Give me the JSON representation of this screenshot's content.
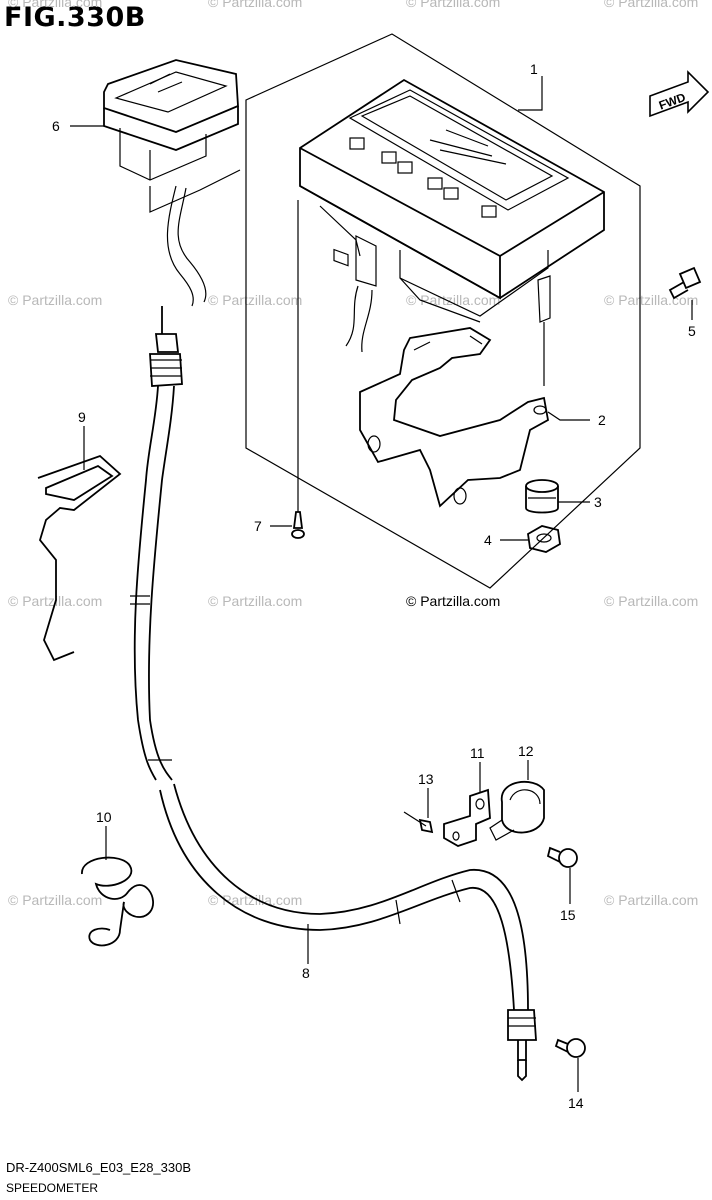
{
  "figure_title": "FIG.330B",
  "footer": {
    "model_code": "DR-Z400SML6_E03_E28_330B",
    "section_name": "SPEEDOMETER",
    "fine_print": ""
  },
  "fwd_badge": "FWD",
  "credit": "© Partzilla.com",
  "watermark": "© Partzilla.com",
  "callouts": [
    "1",
    "2",
    "3",
    "4",
    "5",
    "6",
    "7",
    "8",
    "9",
    "10",
    "11",
    "12",
    "13",
    "14",
    "15"
  ]
}
